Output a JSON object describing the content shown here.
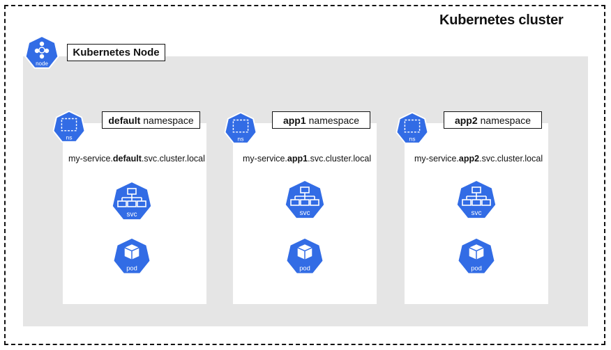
{
  "cluster": {
    "title": "Kubernetes cluster"
  },
  "node": {
    "label": "Kubernetes Node",
    "icon": "node-icon",
    "icon_caption": "node"
  },
  "colors": {
    "k8s_blue": "#326ce5",
    "node_area": "#e5e5e5",
    "border": "#111111"
  },
  "namespaces": [
    {
      "name_bold": "default",
      "name_suffix": "namespace",
      "icon_caption": "ns",
      "dns_prefix": "my-service.",
      "dns_bold": "default",
      "dns_suffix": ".svc.cluster.local",
      "svc_caption": "svc",
      "pod_caption": "pod"
    },
    {
      "name_bold": "app1",
      "name_suffix": "namespace",
      "icon_caption": "ns",
      "dns_prefix": "my-service.",
      "dns_bold": "app1",
      "dns_suffix": ".svc.cluster.local",
      "svc_caption": "svc",
      "pod_caption": "pod"
    },
    {
      "name_bold": "app2",
      "name_suffix": "namespace",
      "icon_caption": "ns",
      "dns_prefix": "my-service.",
      "dns_bold": "app2",
      "dns_suffix": ".svc.cluster.local",
      "svc_caption": "svc",
      "pod_caption": "pod"
    }
  ]
}
